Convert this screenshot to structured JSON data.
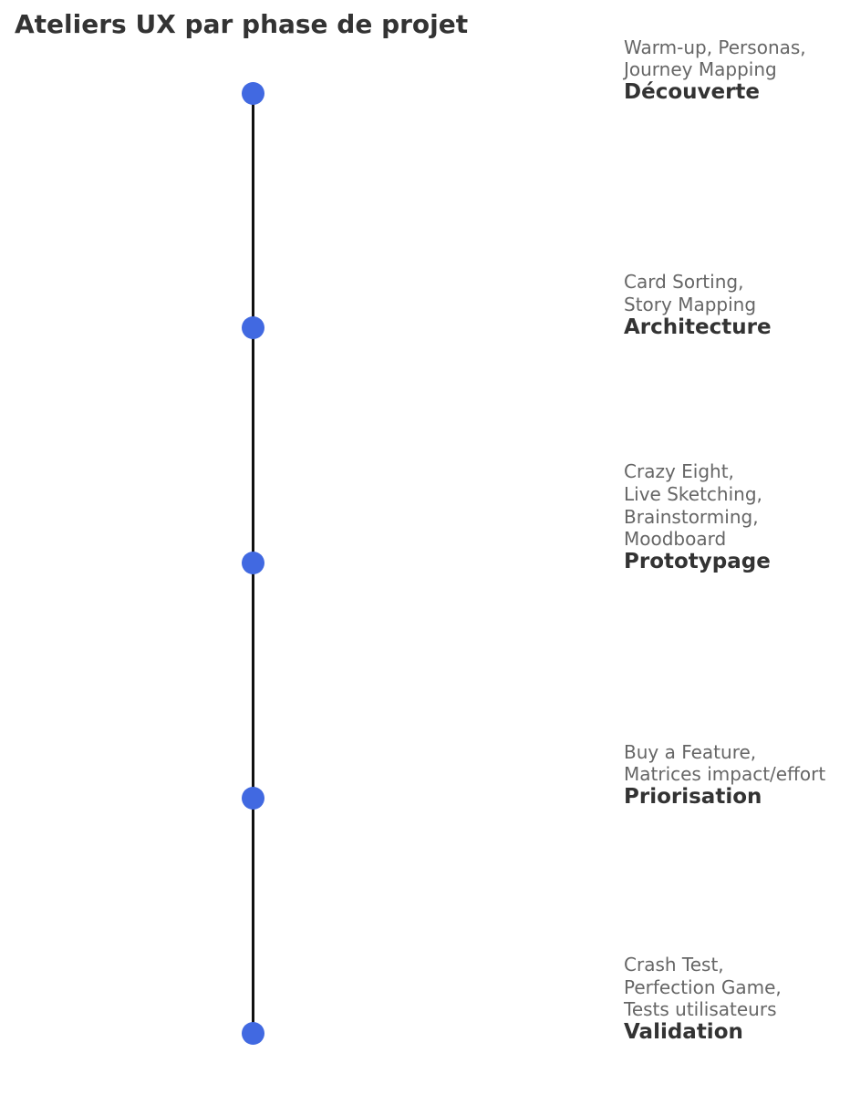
{
  "title": "Ateliers UX par phase de projet",
  "colors": {
    "dot": "#4169e1",
    "line": "#111111",
    "label": "#333333",
    "desc": "#666666"
  },
  "phases": [
    {
      "label": "Découverte",
      "workshops": [
        "Warm-up, Personas,",
        "Journey Mapping"
      ]
    },
    {
      "label": "Architecture",
      "workshops": [
        "Card Sorting,",
        "Story Mapping"
      ]
    },
    {
      "label": "Prototypage",
      "workshops": [
        "Crazy Eight,",
        "Live Sketching,",
        "Brainstorming,",
        "Moodboard"
      ]
    },
    {
      "label": "Priorisation",
      "workshops": [
        "Buy a Feature,",
        "Matrices impact/effort"
      ]
    },
    {
      "label": "Validation",
      "workshops": [
        "Crash Test,",
        "Perfection Game,",
        "Tests utilisateurs"
      ]
    }
  ]
}
